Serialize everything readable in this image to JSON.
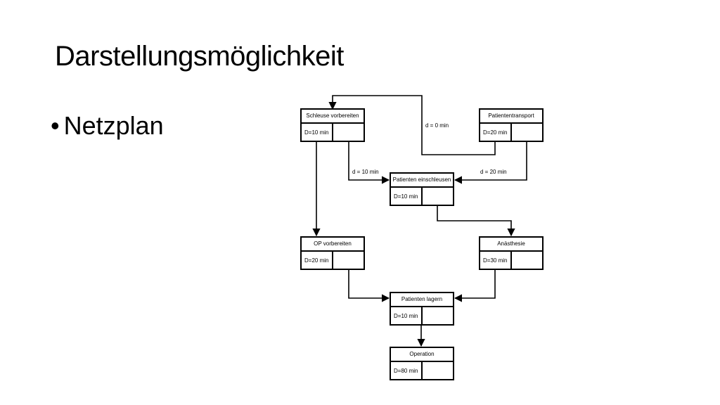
{
  "slide": {
    "title": "Darstellungsmöglichkeit",
    "bullet": "Netzplan"
  },
  "diagram": {
    "nodes": {
      "schleuse": {
        "name": "Schleuse vorbereiten",
        "duration": "D=10 min"
      },
      "transport": {
        "name": "Patiententransport",
        "duration": "D=20 min"
      },
      "einschleusen": {
        "name": "Patienten einschleusen",
        "duration": "D=10 min"
      },
      "op": {
        "name": "OP vorbereiten",
        "duration": "D=20 min"
      },
      "anaesthesie": {
        "name": "Anästhesie",
        "duration": "D=30 min"
      },
      "lagern": {
        "name": "Patienten lagern",
        "duration": "D=10 min"
      },
      "operation": {
        "name": "Operation",
        "duration": "D=80 min"
      }
    },
    "lags": {
      "transport_to_schleuse": "d = 0 min",
      "schleuse_to_einschleusen": "d = 10 min",
      "transport_to_einschleusen": "d = 20 min"
    }
  }
}
